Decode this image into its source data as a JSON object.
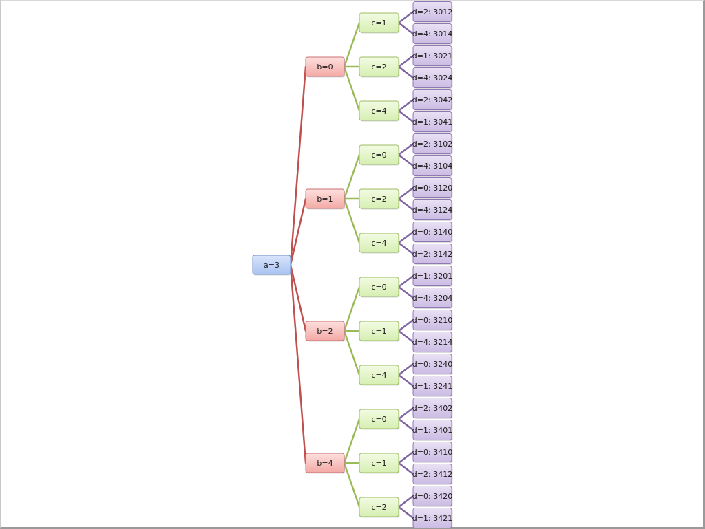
{
  "colors": {
    "root_fill_top": "#d9e5fb",
    "root_fill_bottom": "#a9c3f2",
    "root_stroke": "#6f8fc9",
    "b_fill_top": "#fde0de",
    "b_fill_bottom": "#f4a9a6",
    "b_stroke": "#c97070",
    "c_fill_top": "#f3fbe3",
    "c_fill_bottom": "#d6efb2",
    "c_stroke": "#9bbd63",
    "d_fill_top": "#e9e1f4",
    "d_fill_bottom": "#cbbbe3",
    "d_stroke": "#8f79b3",
    "root_to_b_link": "#c0504d",
    "b_to_c_link": "#9bbb59",
    "c_to_d_link": "#8064a2",
    "text": "#1a1a1a"
  },
  "tree": {
    "label": "a=3",
    "children": [
      {
        "label": "b=0",
        "children": [
          {
            "label": "c=1",
            "children": [
              "d=2: 3012",
              "d=4: 3014"
            ]
          },
          {
            "label": "c=2",
            "children": [
              "d=1: 3021",
              "d=4: 3024"
            ]
          },
          {
            "label": "c=4",
            "children": [
              "d=2: 3042",
              "d=1: 3041"
            ]
          }
        ]
      },
      {
        "label": "b=1",
        "children": [
          {
            "label": "c=0",
            "children": [
              "d=2: 3102",
              "d=4: 3104"
            ]
          },
          {
            "label": "c=2",
            "children": [
              "d=0: 3120",
              "d=4: 3124"
            ]
          },
          {
            "label": "c=4",
            "children": [
              "d=0: 3140",
              "d=2: 3142"
            ]
          }
        ]
      },
      {
        "label": "b=2",
        "children": [
          {
            "label": "c=0",
            "children": [
              "d=1: 3201",
              "d=4: 3204"
            ]
          },
          {
            "label": "c=1",
            "children": [
              "d=0: 3210",
              "d=4: 3214"
            ]
          },
          {
            "label": "c=4",
            "children": [
              "d=0: 3240",
              "d=1: 3241"
            ]
          }
        ]
      },
      {
        "label": "b=4",
        "children": [
          {
            "label": "c=0",
            "children": [
              "d=2: 3402",
              "d=1: 3401"
            ]
          },
          {
            "label": "c=1",
            "children": [
              "d=0: 3410",
              "d=2: 3412"
            ]
          },
          {
            "label": "c=2",
            "children": [
              "d=0: 3420",
              "d=1: 3421"
            ]
          }
        ]
      }
    ]
  }
}
